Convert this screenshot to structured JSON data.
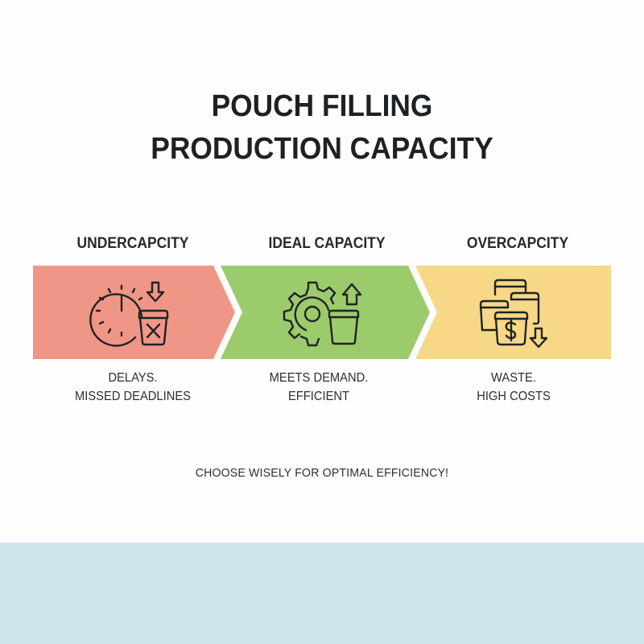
{
  "title": {
    "line1": "POUCH FILLING",
    "line2": "PRODUCTION CAPACITY"
  },
  "colors": {
    "background": "#fefefe",
    "under": "#f09686",
    "ideal": "#9ccb6b",
    "over": "#f7d886",
    "icon_stroke": "#1f2326",
    "text": "#222526",
    "bottom_band": "#cfe3eb"
  },
  "stages": [
    {
      "label": "UNDERCAPCITY",
      "icon": "clock-and-crossed-pouch-down-arrow-icon",
      "desc_line1": "DELAYS.",
      "desc_line2": "MISSED DEADLINES"
    },
    {
      "label": "IDEAL CAPACITY",
      "icon": "gear-and-pouch-up-arrow-icon",
      "desc_line1": "MEETS DEMAND.",
      "desc_line2": "EFFICIENT"
    },
    {
      "label": "OVERCAPCITY",
      "icon": "stacked-pouches-dollar-down-arrow-icon",
      "desc_line1": "WASTE.",
      "desc_line2": "HIGH COSTS"
    }
  ],
  "footer_note": "CHOOSE WISELY FOR OPTIMAL EFFICIENCY!"
}
